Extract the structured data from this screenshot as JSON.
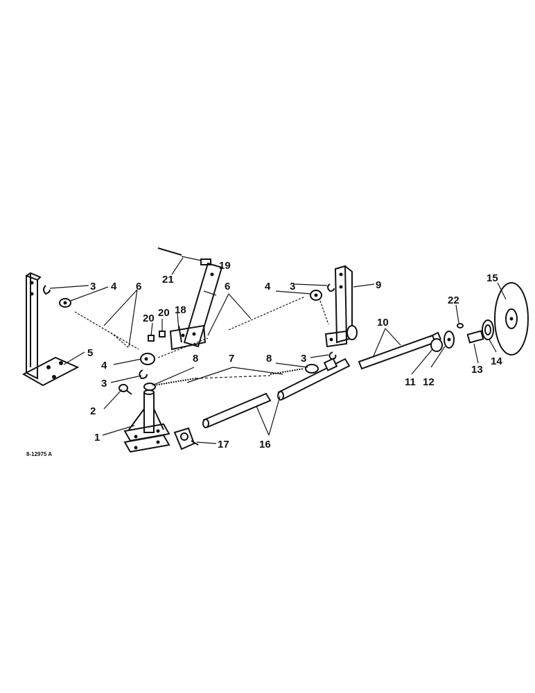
{
  "drawing_code": "8-12975 A",
  "callouts": [
    {
      "id": "c3a",
      "text": "3"
    },
    {
      "id": "c4a",
      "text": "4"
    },
    {
      "id": "c6a",
      "text": "6"
    },
    {
      "id": "c5",
      "text": "5"
    },
    {
      "id": "c4b",
      "text": "4"
    },
    {
      "id": "c3b",
      "text": "3"
    },
    {
      "id": "c2",
      "text": "2"
    },
    {
      "id": "c1",
      "text": "1"
    },
    {
      "id": "c21",
      "text": "21"
    },
    {
      "id": "c19",
      "text": "19"
    },
    {
      "id": "c18",
      "text": "18"
    },
    {
      "id": "c20a",
      "text": "20"
    },
    {
      "id": "c20b",
      "text": "20"
    },
    {
      "id": "c8a",
      "text": "8"
    },
    {
      "id": "c7",
      "text": "7"
    },
    {
      "id": "c8b",
      "text": "8"
    },
    {
      "id": "c6b",
      "text": "6"
    },
    {
      "id": "c4c",
      "text": "4"
    },
    {
      "id": "c3c",
      "text": "3"
    },
    {
      "id": "c9",
      "text": "9"
    },
    {
      "id": "c3d",
      "text": "3"
    },
    {
      "id": "c16",
      "text": "16"
    },
    {
      "id": "c17",
      "text": "17"
    },
    {
      "id": "c10",
      "text": "10"
    },
    {
      "id": "c11",
      "text": "11"
    },
    {
      "id": "c12",
      "text": "12"
    },
    {
      "id": "c22",
      "text": "22"
    },
    {
      "id": "c13",
      "text": "13"
    },
    {
      "id": "c14",
      "text": "14"
    },
    {
      "id": "c15",
      "text": "15"
    }
  ]
}
